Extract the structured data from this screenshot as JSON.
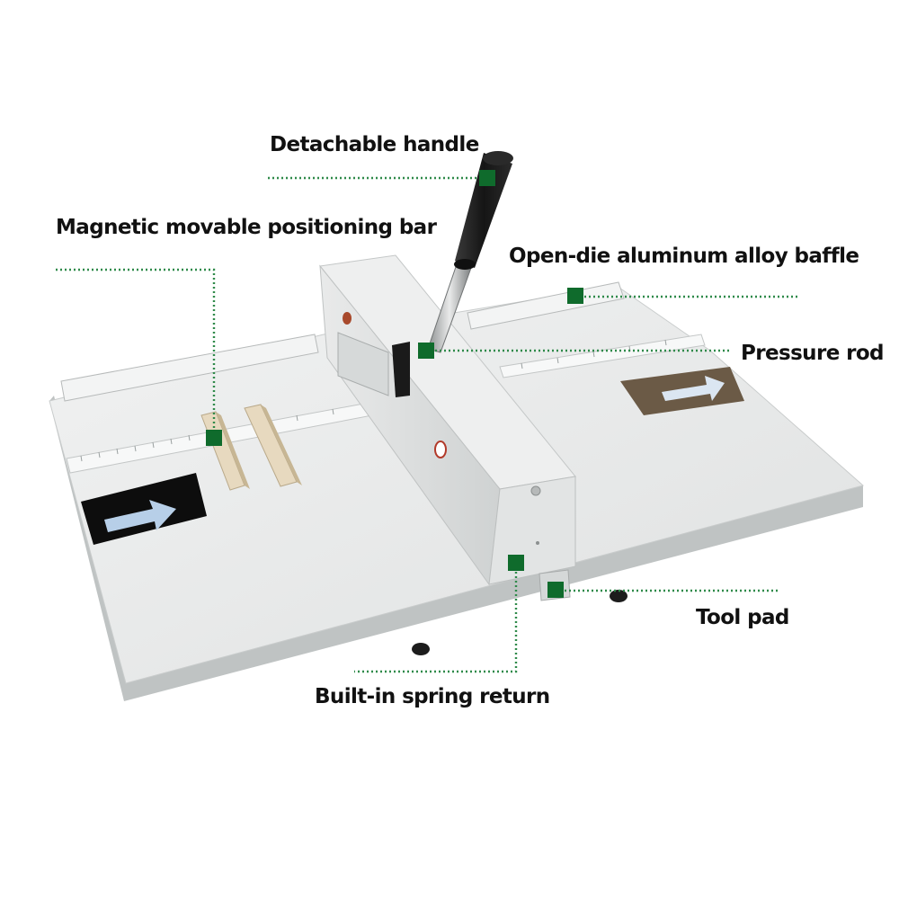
{
  "colors": {
    "marker": "#0f6b2c",
    "leader_line": "#2f8a4a",
    "machine_body": "#e4e6e6",
    "label_text": "#111111"
  },
  "callouts": [
    {
      "id": "detachable-handle",
      "label": "Detachable handle"
    },
    {
      "id": "magnetic-bar",
      "label": "Magnetic movable positioning bar"
    },
    {
      "id": "baffle",
      "label": "Open-die aluminum alloy baffle"
    },
    {
      "id": "pressure-rod",
      "label": "Pressure rod"
    },
    {
      "id": "tool-pad",
      "label": "Tool pad"
    },
    {
      "id": "spring-return",
      "label": "Built-in spring return"
    }
  ]
}
